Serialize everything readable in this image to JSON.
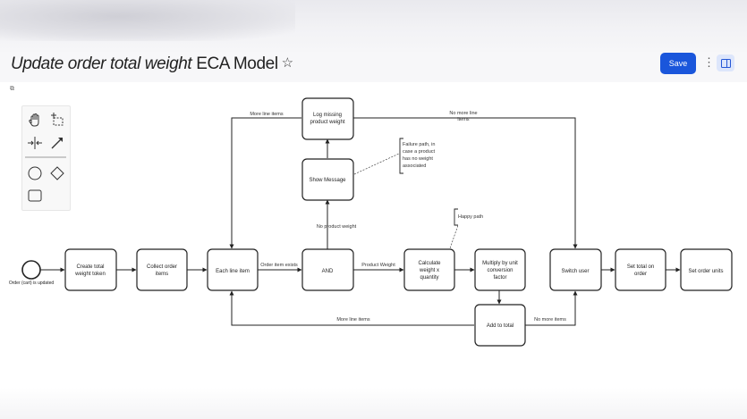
{
  "header": {
    "title_italic": "Update order total weight",
    "title_rest": "ECA Model",
    "save_label": "Save",
    "more_icon": "⋮"
  },
  "palette": {
    "tools": [
      "hand-tool-icon",
      "lasso-tool-icon",
      "space-tool-icon",
      "connect-tool-icon",
      "start-event-icon",
      "gateway-icon",
      "task-icon"
    ]
  },
  "diagram": {
    "nodes": {
      "start": "Order (cart) is updated",
      "create_token": "Create total weight token",
      "collect_items": "Collect order items",
      "each_item": "Each line item",
      "and": "AND",
      "log_missing": "Log missing product weight",
      "show_message": "Show Message",
      "calculate": "Calculate weight x quantity",
      "multiply": "Multiply by unit conversion factor",
      "add_total": "Add to total",
      "switch_user": "Switch user",
      "set_total": "Set total on order",
      "set_units": "Set order units"
    },
    "edges": {
      "more_line_items_top": "More line items",
      "no_more_line_items_top": "No more line items",
      "no_product_weight": "No product weight",
      "order_item_exists": "Order item exists",
      "product_weight": "Product Weight",
      "more_line_items_bottom": "More line items",
      "no_more_items": "No more items"
    },
    "annotations": {
      "failure_path": "Failure path, in case a product has no weight associated",
      "happy_path": "Happy path"
    }
  },
  "colors": {
    "accent": "#1a56db",
    "stroke": "#222222"
  }
}
